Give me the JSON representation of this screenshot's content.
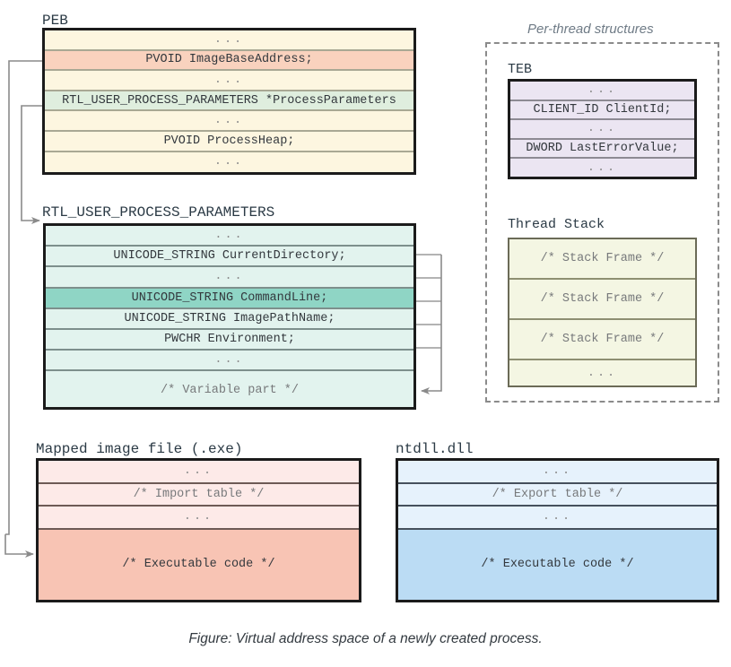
{
  "figure": {
    "caption": "Figure: Virtual address space of a newly created process.",
    "colors": {
      "peb_fill": "#fdf6e0",
      "peb_image_base": "#f9d2be",
      "peb_process_params": "#dfeede",
      "rtl_fill": "#e2f3ee",
      "rtl_command_line": "#8fd5c5",
      "teb_fill": "#ebe5f2",
      "stack_fill": "#f4f6e3",
      "exe_fill": "#fdeae8",
      "exe_code": "#f8c4b4",
      "dll_fill": "#e6f2fc",
      "dll_code": "#bbdcf4",
      "border": "#1b1b1b",
      "connector": "#8a8a8a",
      "title_text": "#2b3a45"
    }
  },
  "peb": {
    "title": "PEB",
    "rows": [
      {
        "text": "...",
        "kind": "dots"
      },
      {
        "text": "PVOID ImageBaseAddress;",
        "kind": "hl-img"
      },
      {
        "text": "...",
        "kind": "dots"
      },
      {
        "text": "RTL_USER_PROCESS_PARAMETERS *ProcessParameters",
        "kind": "hl-pp"
      },
      {
        "text": "...",
        "kind": "dots"
      },
      {
        "text": "PVOID ProcessHeap;",
        "kind": "plain"
      },
      {
        "text": "...",
        "kind": "dots"
      }
    ]
  },
  "rtl": {
    "title": "RTL_USER_PROCESS_PARAMETERS",
    "rows": [
      {
        "text": "...",
        "kind": "dots"
      },
      {
        "text": "UNICODE_STRING CurrentDirectory;",
        "kind": "plain"
      },
      {
        "text": "...",
        "kind": "dots"
      },
      {
        "text": "UNICODE_STRING CommandLine;",
        "kind": "hl-cmd"
      },
      {
        "text": "UNICODE_STRING ImagePathName;",
        "kind": "plain"
      },
      {
        "text": "PWCHR Environment;",
        "kind": "plain"
      },
      {
        "text": "...",
        "kind": "dots"
      },
      {
        "text": "/* Variable part */",
        "kind": "comment"
      }
    ]
  },
  "per_thread": {
    "label": "Per-thread structures",
    "teb": {
      "title": "TEB",
      "rows": [
        {
          "text": "...",
          "kind": "dots"
        },
        {
          "text": "CLIENT_ID ClientId;",
          "kind": "plain"
        },
        {
          "text": "...",
          "kind": "dots"
        },
        {
          "text": "DWORD LastErrorValue;",
          "kind": "plain"
        },
        {
          "text": "...",
          "kind": "dots"
        }
      ]
    },
    "stack": {
      "title": "Thread Stack",
      "rows": [
        {
          "text": "/* Stack Frame */",
          "kind": "comment"
        },
        {
          "text": "/* Stack Frame */",
          "kind": "comment"
        },
        {
          "text": "/* Stack Frame */",
          "kind": "comment"
        },
        {
          "text": "...",
          "kind": "dots"
        }
      ]
    }
  },
  "exe": {
    "title": "Mapped image file (.exe)",
    "rows": [
      {
        "text": "...",
        "kind": "dots"
      },
      {
        "text": "/* Import table */",
        "kind": "comment"
      },
      {
        "text": "...",
        "kind": "dots"
      },
      {
        "text": "/* Executable code */",
        "kind": "code"
      }
    ]
  },
  "dll": {
    "title": "ntdll.dll",
    "rows": [
      {
        "text": "...",
        "kind": "dots"
      },
      {
        "text": "/* Export table */",
        "kind": "comment"
      },
      {
        "text": "...",
        "kind": "dots"
      },
      {
        "text": "/* Executable code */",
        "kind": "code"
      }
    ]
  }
}
